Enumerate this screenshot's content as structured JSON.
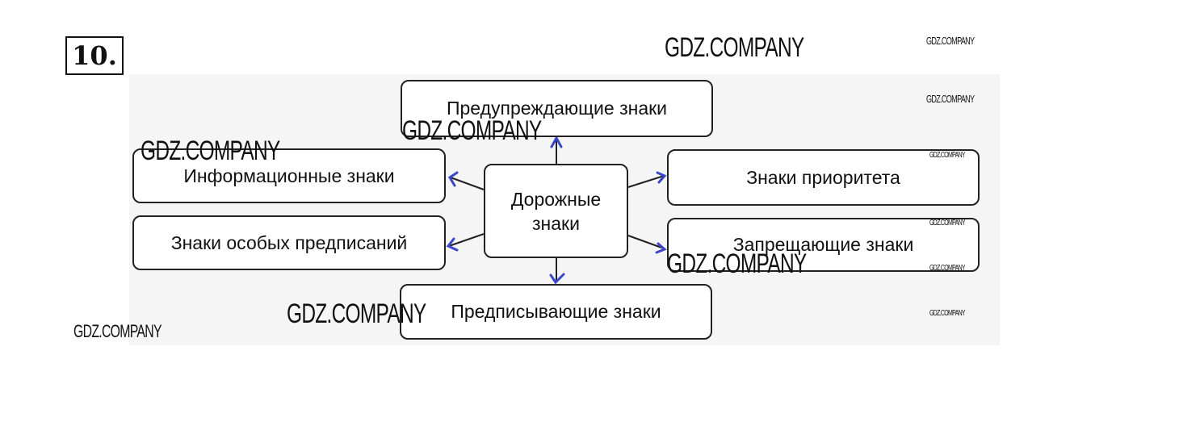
{
  "exercise_number": "10.",
  "diagram": {
    "center": "Дорожные знаки",
    "nodes": {
      "top": "Предупреждающие знаки",
      "left_top": "Информационные знаки",
      "left_bottom": "Знаки особых предписаний",
      "right_top": "Знаки приоритета",
      "right_bottom": "Запрещающие знаки",
      "bottom": "Предписывающие знаки"
    },
    "arrow_color": "#3c46c8"
  },
  "watermark": "GDZ.COMPANY"
}
